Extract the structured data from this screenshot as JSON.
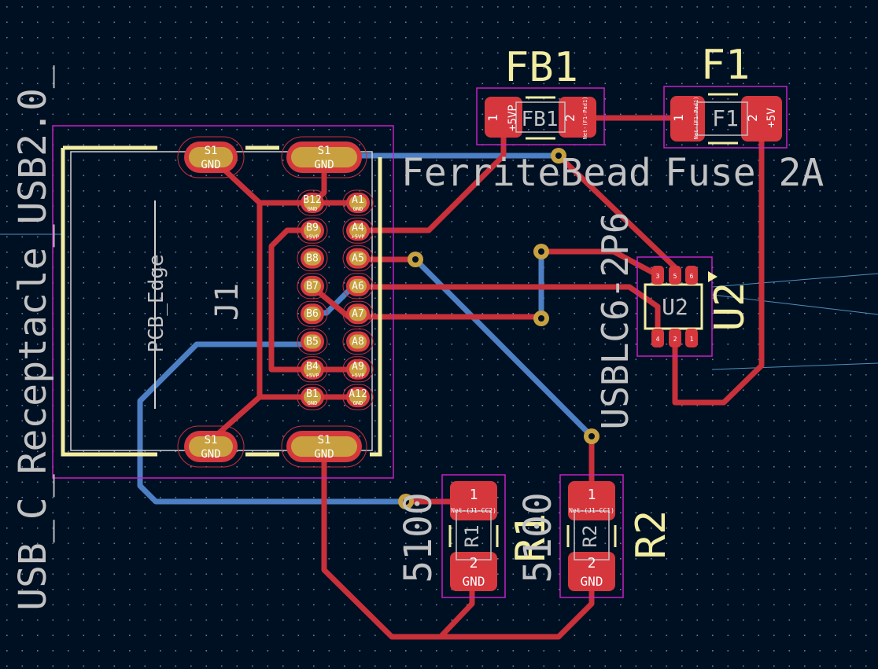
{
  "colors": {
    "background": "#001023",
    "grid_dot": "#6b7a96",
    "front_copper": "#c8303a",
    "back_copper": "#4d7fc4",
    "pad": "#d5373d",
    "via": "#c8a040",
    "courtyard": "#c420c4",
    "silkscreen": "#f2eda1",
    "fab_text": "#c2c2c2",
    "pad_text": "#ffffff",
    "edge_cut": "#cfcfcf",
    "ratsnest": "#4f8fb5"
  },
  "footprints": {
    "fb1": {
      "reference": "FB1",
      "fab_ref": "FB1",
      "value": "FerriteBead",
      "pad1_number": "1",
      "pad1_net": "+5VP",
      "pad2_number": "2",
      "pad2_net": "Net-(F1-Pad1)"
    },
    "f1": {
      "reference": "F1",
      "fab_ref": "F1",
      "value": "Fuse 2A",
      "pad1_number": "1",
      "pad1_net": "Net-(F1-Pad1)",
      "pad2_number": "2",
      "pad2_net": "+5V"
    },
    "j1": {
      "reference": "J1",
      "value": "USB_C_Receptacle_USB2.0_",
      "edge_label": "PCB_Edge",
      "shield_pad_number": "S1",
      "shield_pad_net": "GND",
      "row_b": [
        {
          "name": "B12",
          "net": "GND"
        },
        {
          "name": "B9",
          "net": "+5VP"
        },
        {
          "name": "B8",
          "net": ""
        },
        {
          "name": "B7",
          "net": ""
        },
        {
          "name": "B6",
          "net": ""
        },
        {
          "name": "B5",
          "net": ""
        },
        {
          "name": "B4",
          "net": "+5VP"
        },
        {
          "name": "B1",
          "net": "GND"
        }
      ],
      "row_a": [
        {
          "name": "A1",
          "net": "GND"
        },
        {
          "name": "A4",
          "net": "+5VP"
        },
        {
          "name": "A5",
          "net": ""
        },
        {
          "name": "A6",
          "net": ""
        },
        {
          "name": "A7",
          "net": ""
        },
        {
          "name": "A8",
          "net": ""
        },
        {
          "name": "A9",
          "net": "+5VP"
        },
        {
          "name": "A12",
          "net": "GND"
        }
      ]
    },
    "u2": {
      "reference": "U2",
      "fab_ref": "U2",
      "value": "USBLC6-2P6",
      "pad_numbers_top": [
        "3",
        "5",
        "6"
      ],
      "pad_numbers_bottom": [
        "4",
        "2",
        "1"
      ]
    },
    "r1": {
      "reference": "R1",
      "fab_ref": "R1",
      "value": "5100",
      "pad1_number": "1",
      "pad1_net": "Net-(J1-CC2)",
      "pad2_number": "2",
      "pad2_net": "GND"
    },
    "r2": {
      "reference": "R2",
      "fab_ref": "R2",
      "value": "5100",
      "pad1_number": "1",
      "pad1_net": "Net-(J1-CC1)",
      "pad2_number": "2",
      "pad2_net": "GND"
    }
  }
}
